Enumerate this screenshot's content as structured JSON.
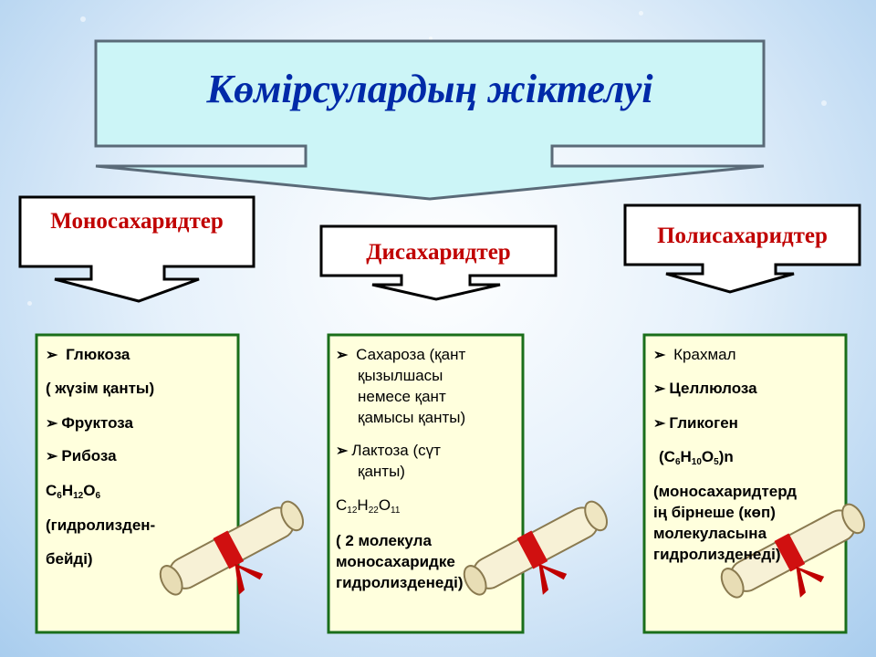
{
  "title": "Көмірсулардың жіктелуі",
  "categories": [
    {
      "name": "Моносахаридтер"
    },
    {
      "name": "Дисахаридтер"
    },
    {
      "name": "Полисахаридтер"
    }
  ],
  "mono": {
    "item1": "Глюкоза",
    "item1_note": "( жүзім қанты)",
    "item2": "Фруктоза",
    "item3": "Рибоза",
    "formula": {
      "c": "C",
      "c_n": "6",
      "h": "H",
      "h_n": "12",
      "o": "O",
      "o_n": "6"
    },
    "note_line1": "(гидролизден-",
    "note_line2": "бейді)"
  },
  "di": {
    "item1_line1": "Сахароза (қант",
    "item1_line2": "қызылшасы",
    "item1_line3": "немесе қант",
    "item1_line4": "қамысы қанты)",
    "item2_line1": "Лактоза (сүт",
    "item2_line2": "қанты)",
    "formula": {
      "c": "C",
      "c_n": "12",
      "h": "H",
      "h_n": "22",
      "o": "O",
      "o_n": "11"
    },
    "note_line1": "( 2 молекула",
    "note_line2": "моносахаридке",
    "note_line3": "гидролизденеді)"
  },
  "poly": {
    "item1": "Крахмал",
    "item2": "Целлюлоза",
    "item3": "Гликоген",
    "formula": {
      "open": "(C",
      "c_n": "6",
      "h": "H",
      "h_n": "10",
      "o": "O",
      "o_n": "5",
      "close": ")n"
    },
    "note_line1": "(моносахаридтерд",
    "note_line2": "ің бірнеше (көп)",
    "note_line3": "молекуласына",
    "note_line4": "гидролизденеді)"
  },
  "colors": {
    "title": "#002aa8",
    "category": "#c00000",
    "title_box": "#ccf5f7",
    "list_box": "#ffffdd",
    "list_border": "#1a6e1a"
  },
  "icons": [
    "diploma-scroll-icon",
    "diploma-scroll-icon",
    "diploma-scroll-icon",
    "arrow-bullet-icon"
  ]
}
